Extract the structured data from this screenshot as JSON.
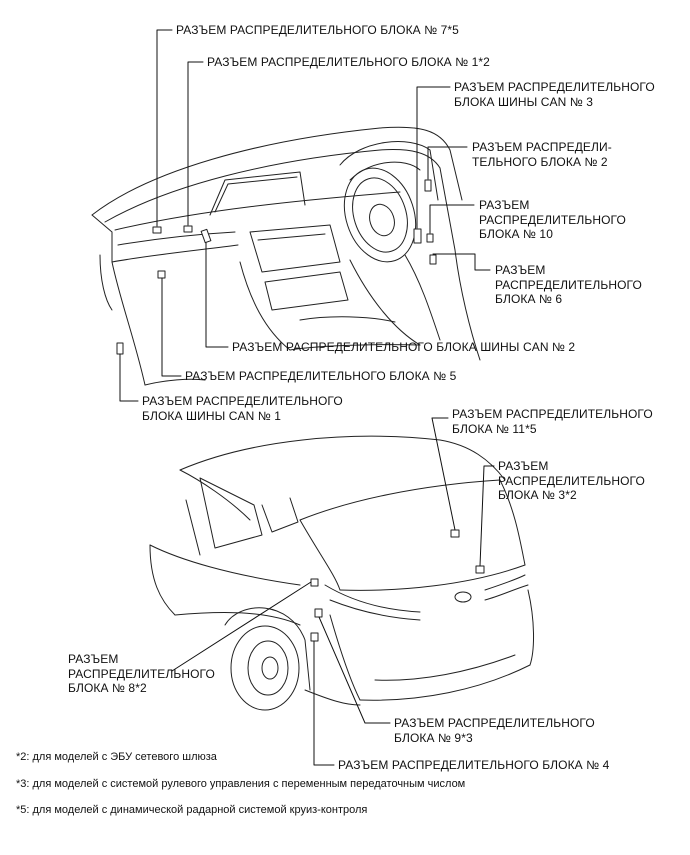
{
  "labels": {
    "c7": "РАЗЪЕМ РАСПРЕДЕЛИТЕЛЬНОГО БЛОКА № 7*5",
    "c1": "РАЗЪЕМ РАСПРЕДЕЛИТЕЛЬНОГО БЛОКА № 1*2",
    "can3": "РАЗЪЕМ РАСПРЕДЕЛИТЕЛЬНОГО\nБЛОКА ШИНЫ CAN № 3",
    "c2": "РАЗЪЕМ РАСПРЕДЕЛИ-\nТЕЛЬНОГО БЛОКА № 2",
    "c10": "РАЗЪЕМ\nРАСПРЕДЕЛИТЕЛЬНОГО\nБЛОКА № 10",
    "c6": "РАЗЪЕМ\nРАСПРЕДЕЛИТЕЛЬНОГО\nБЛОКА № 6",
    "can2": "РАЗЪЕМ РАСПРЕДЕЛИТЕЛЬНОГО БЛОКА ШИНЫ CAN № 2",
    "c5": "РАЗЪЕМ РАСПРЕДЕЛИТЕЛЬНОГО БЛОКА № 5",
    "can1": "РАЗЪЕМ РАСПРЕДЕЛИТЕЛЬНОГО\nБЛОКА ШИНЫ CAN № 1",
    "c11": "РАЗЪЕМ РАСПРЕДЕЛИТЕЛЬНОГО\nБЛОКА № 11*5",
    "c3": "РАЗЪЕМ\nРАСПРЕДЕЛИТЕЛЬНОГО\nБЛОКА № 3*2",
    "c8": "РАЗЪЕМ\nРАСПРЕДЕЛИТЕЛЬНОГО\nБЛОКА № 8*2",
    "c9": "РАЗЪЕМ РАСПРЕДЕЛИТЕЛЬНОГО\nБЛОКА № 9*3",
    "c4": "РАЗЪЕМ РАСПРЕДЕЛИТЕЛЬНОГО БЛОКА № 4"
  },
  "footnotes": {
    "n2": "*2: для моделей с ЭБУ сетевого шлюза",
    "n3": "*3: для моделей с системой рулевого управления с переменным передаточным числом",
    "n5": "*5: для моделей с динамической радарной системой круиз-контроля"
  }
}
